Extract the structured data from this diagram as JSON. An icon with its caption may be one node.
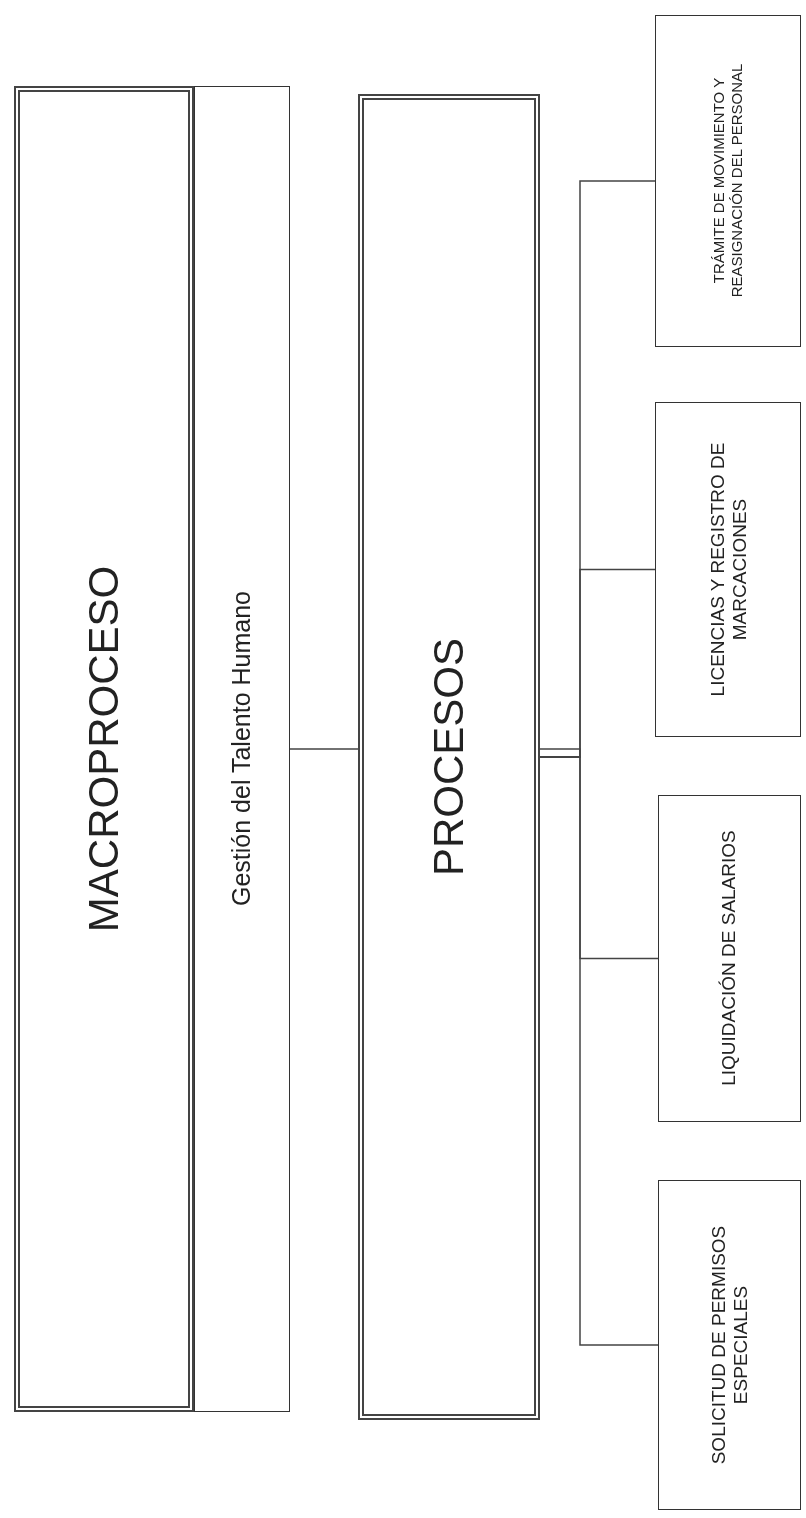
{
  "diagram": {
    "nodes": [
      {
        "text": [
          "MACROPROCESO"
        ]
      },
      {
        "text": [
          "Gestión del Talento Humano"
        ]
      },
      {
        "text": [
          "PROCESOS"
        ]
      },
      {
        "text": [
          "TRÁMITE DE MOVIMIENTO Y REASIGNACIÓN DEL PERSONAL"
        ]
      },
      {
        "text": [
          "LICENCIAS Y REGISTRO DE MARCACIONES"
        ]
      },
      {
        "text": [
          "LIQUIDACIÓN DE SALARIOS"
        ]
      },
      {
        "text": [
          "SOLICITUD DE PERMISOS ESPECIALES"
        ]
      }
    ],
    "edges": [
      {
        "from": 1,
        "to": 2,
        "arrow": "none"
      },
      {
        "from": 2,
        "to": 3,
        "arrow": "none"
      },
      {
        "from": 2,
        "to": 4,
        "arrow": "none"
      },
      {
        "from": 2,
        "to": 5,
        "arrow": "none"
      },
      {
        "from": 2,
        "to": 6,
        "arrow": "none"
      }
    ]
  }
}
